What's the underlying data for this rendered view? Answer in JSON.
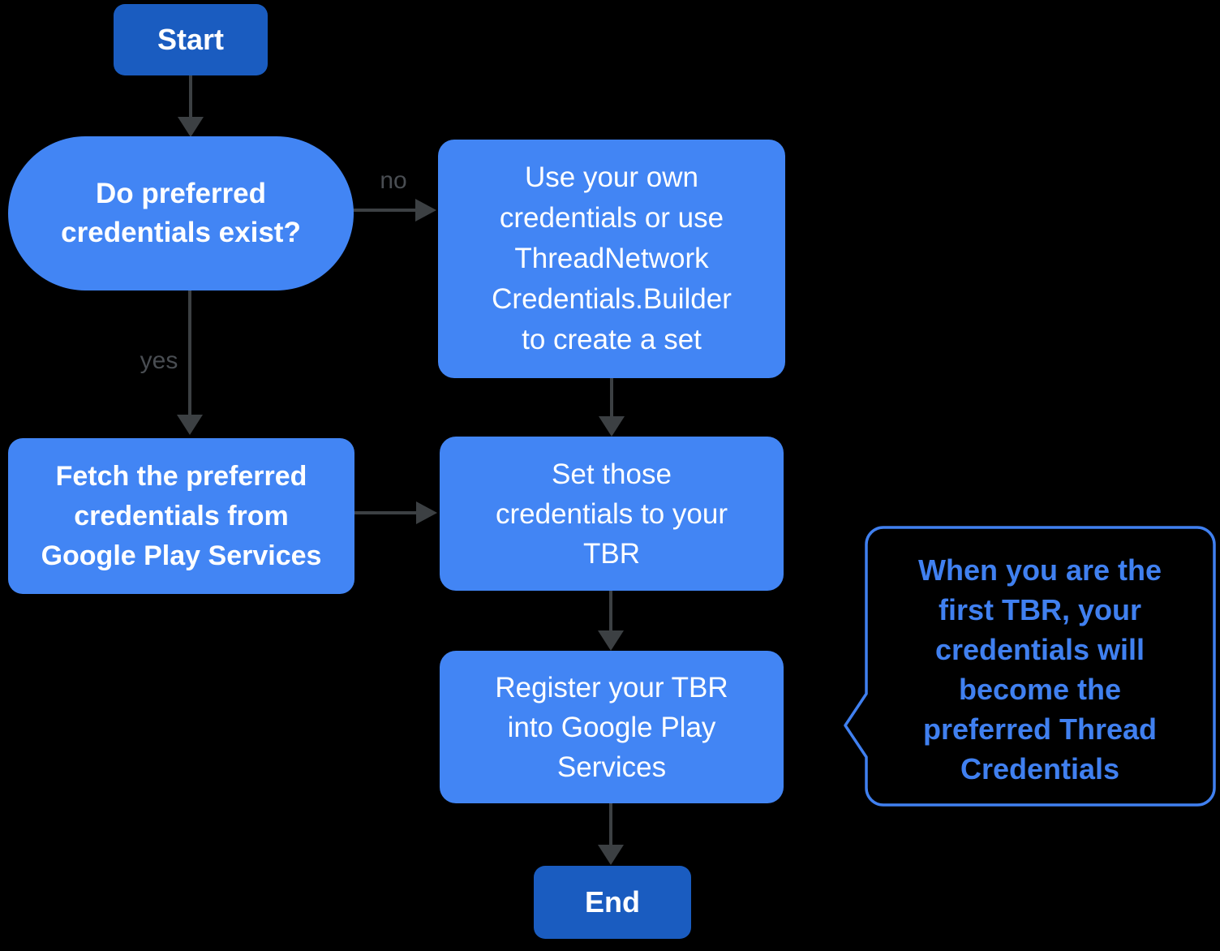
{
  "colors": {
    "canvas_bg": "#000000",
    "node_fill": "#4285f4",
    "terminal_fill": "#1a5cc0",
    "node_text": "#ffffff",
    "arrow": "#3c4043",
    "edge_label": "#494d52",
    "callout": "#4080f0"
  },
  "nodes": {
    "start": {
      "label": "Start"
    },
    "decision": {
      "label": [
        "Do preferred",
        "credentials exist?"
      ]
    },
    "use_own": {
      "label": [
        "Use your own",
        "credentials or use",
        "ThreadNetwork",
        "Credentials.Builder",
        "to create a set"
      ]
    },
    "fetch": {
      "label": [
        "Fetch the preferred",
        "credentials from",
        "Google Play Services"
      ]
    },
    "set": {
      "label": [
        "Set those",
        "credentials to your",
        "TBR"
      ]
    },
    "register": {
      "label": [
        "Register your TBR",
        "into Google Play",
        "Services"
      ]
    },
    "end": {
      "label": "End"
    }
  },
  "edges": {
    "no_label": "no",
    "yes_label": "yes"
  },
  "callout": {
    "lines": [
      "When you are the",
      "first TBR, your",
      "credentials will",
      "become the",
      "preferred Thread",
      "Credentials"
    ]
  }
}
